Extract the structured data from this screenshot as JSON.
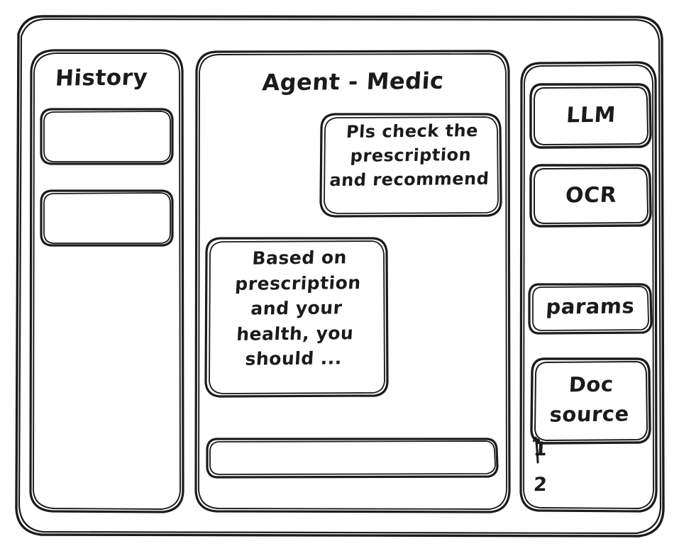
{
  "window": {
    "name": "agent-medic-wireframe",
    "stroke_color": "#1b1b1b",
    "background_color": "#ffffff"
  },
  "sidebar_left": {
    "title": "History",
    "items": [
      {
        "label": "",
        "name": "history-item-1"
      },
      {
        "label": "",
        "name": "history-item-2"
      }
    ]
  },
  "main": {
    "title": "Agent - Medic",
    "messages": [
      {
        "role": "user",
        "text": "Pls check the\nprescription\nand recommend"
      },
      {
        "role": "agent",
        "text": "Based on\nprescription\nand your\nhealth, you\nshould ..."
      }
    ],
    "input": {
      "value": "",
      "placeholder": ""
    }
  },
  "sidebar_right": {
    "buttons": [
      {
        "label": "LLM",
        "name": "llm-button"
      },
      {
        "label": "OCR",
        "name": "ocr-button"
      },
      {
        "label": "params",
        "name": "params-button"
      },
      {
        "label": "Doc\nsource",
        "name": "doc-source-button"
      }
    ],
    "doc_refs": [
      "1",
      "2"
    ]
  }
}
